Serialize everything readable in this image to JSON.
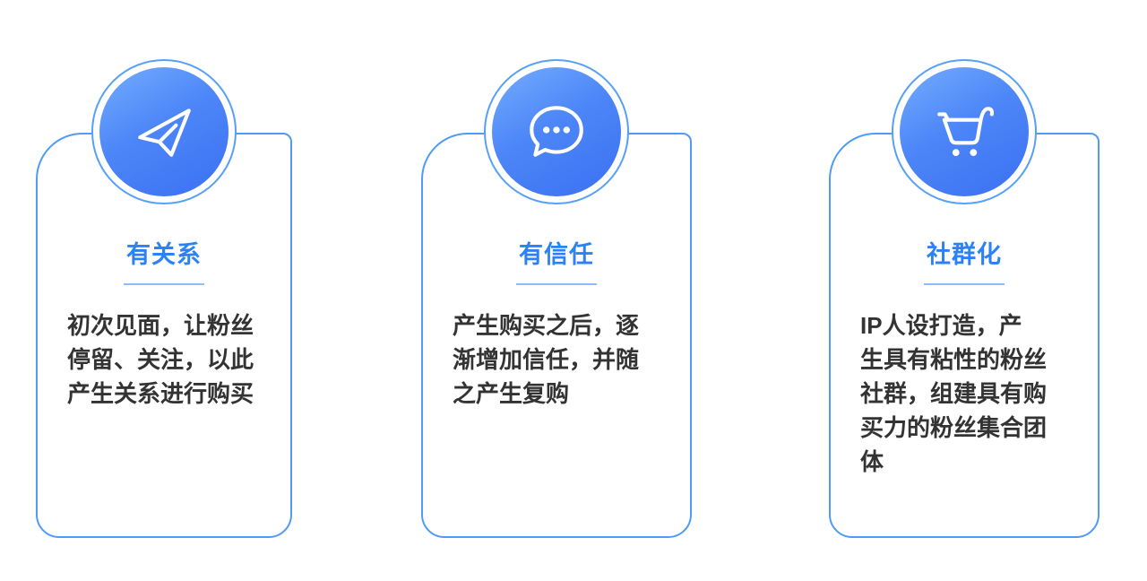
{
  "colors": {
    "card_border": "#4f9bf7",
    "ring_border": "#57a0f8",
    "circle_gradient_start": "#74adfd",
    "circle_gradient_end": "#3b70f2",
    "title_blue": "#2c82f5",
    "underline_blue": "#8cbdf9",
    "body_text": "#333333",
    "background": "#ffffff"
  },
  "cards": [
    {
      "id": "relationship",
      "icon": "send-icon",
      "title": "有关系",
      "body": "初次见面，让粉丝\n停留、关注，以此\n产生关系进行购买"
    },
    {
      "id": "trust",
      "icon": "chat-icon",
      "title": "有信任",
      "body": "产生购买之后，逐\n渐增加信任，并随\n之产生复购"
    },
    {
      "id": "community",
      "icon": "cart-icon",
      "title": "社群化",
      "body": "IP人设打造，产\n生具有粘性的粉丝\n社群，组建具有购\n买力的粉丝集合团\n体"
    }
  ]
}
